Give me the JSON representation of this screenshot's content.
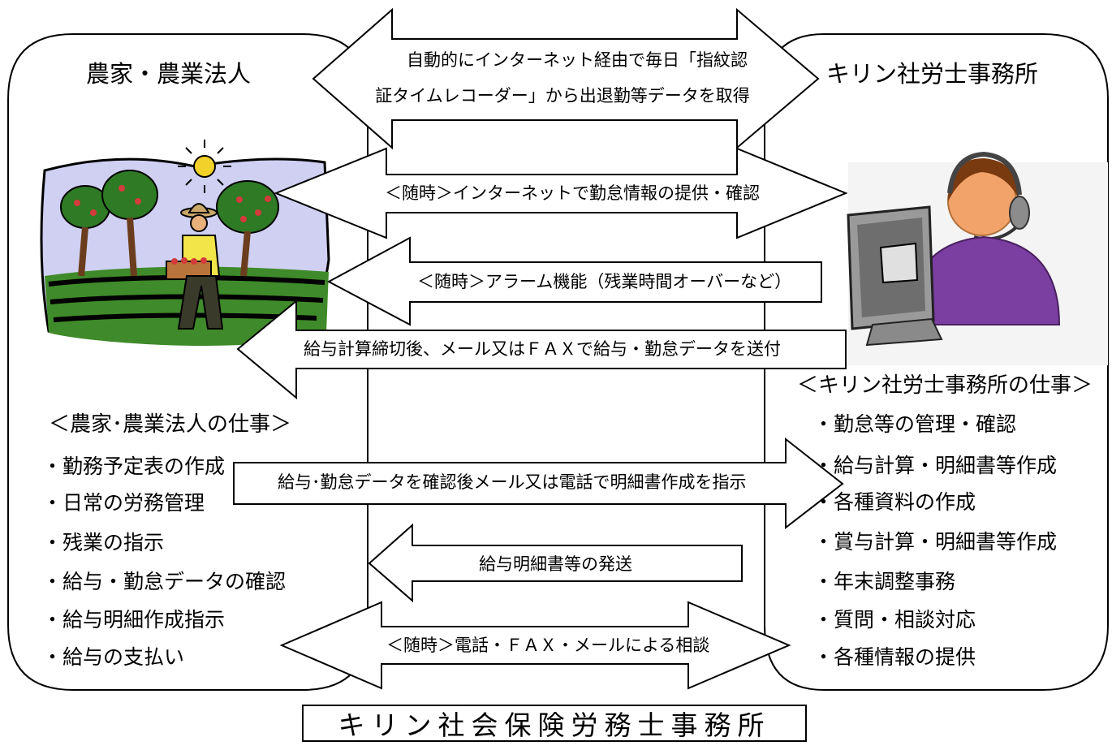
{
  "left_panel": {
    "title": "農家・農業法人",
    "heading": "＜農家･農業法人の仕事＞",
    "items": [
      "・勤務予定表の作成",
      "・日常の労務管理",
      "・残業の指示",
      "・給与・勤怠データの確認",
      "・給与明細作成指示",
      "・給与の支払い"
    ],
    "illustration": "farmer-orchard-illustration"
  },
  "right_panel": {
    "title": "キリン社労士事務所",
    "heading": "＜キリン社労士事務所の仕事＞",
    "items": [
      "・勤怠等の管理・確認",
      "・給与計算・明細書等作成",
      "・各種資料の作成",
      "・賞与計算・明細書等作成",
      "・年末調整事務",
      "・質問・相談対応",
      "・各種情報の提供"
    ],
    "illustration": "operator-headset-computer-illustration"
  },
  "arrows": {
    "a1_line1": "自動的にインターネット経由で毎日「指紋認",
    "a1_line2": "証タイムレコーダー」から出退勤等データを取得",
    "a2": "＜随時＞インターネットで勤怠情報の提供・確認",
    "a3": "＜随時＞アラーム機能（残業時間オーバーなど）",
    "a4": "給与計算締切後、メール又はＦＡＸで給与・勤怠データを送付",
    "a5": "給与･勤怠データを確認後メール又は電話で明細書作成を指示",
    "a6": "給与明細書等の発送",
    "a7": "＜随時＞電話・ＦＡＸ・メールによる相談"
  },
  "footer": {
    "title": "キリン社会保険労務士事務所"
  },
  "colors": {
    "sky": "#c8c8f0",
    "field_green": "#3c8c2c",
    "shirt_purple": "#7a3fa0",
    "skin": "#f2b07a",
    "monitor_gray": "#8a8a8a"
  }
}
